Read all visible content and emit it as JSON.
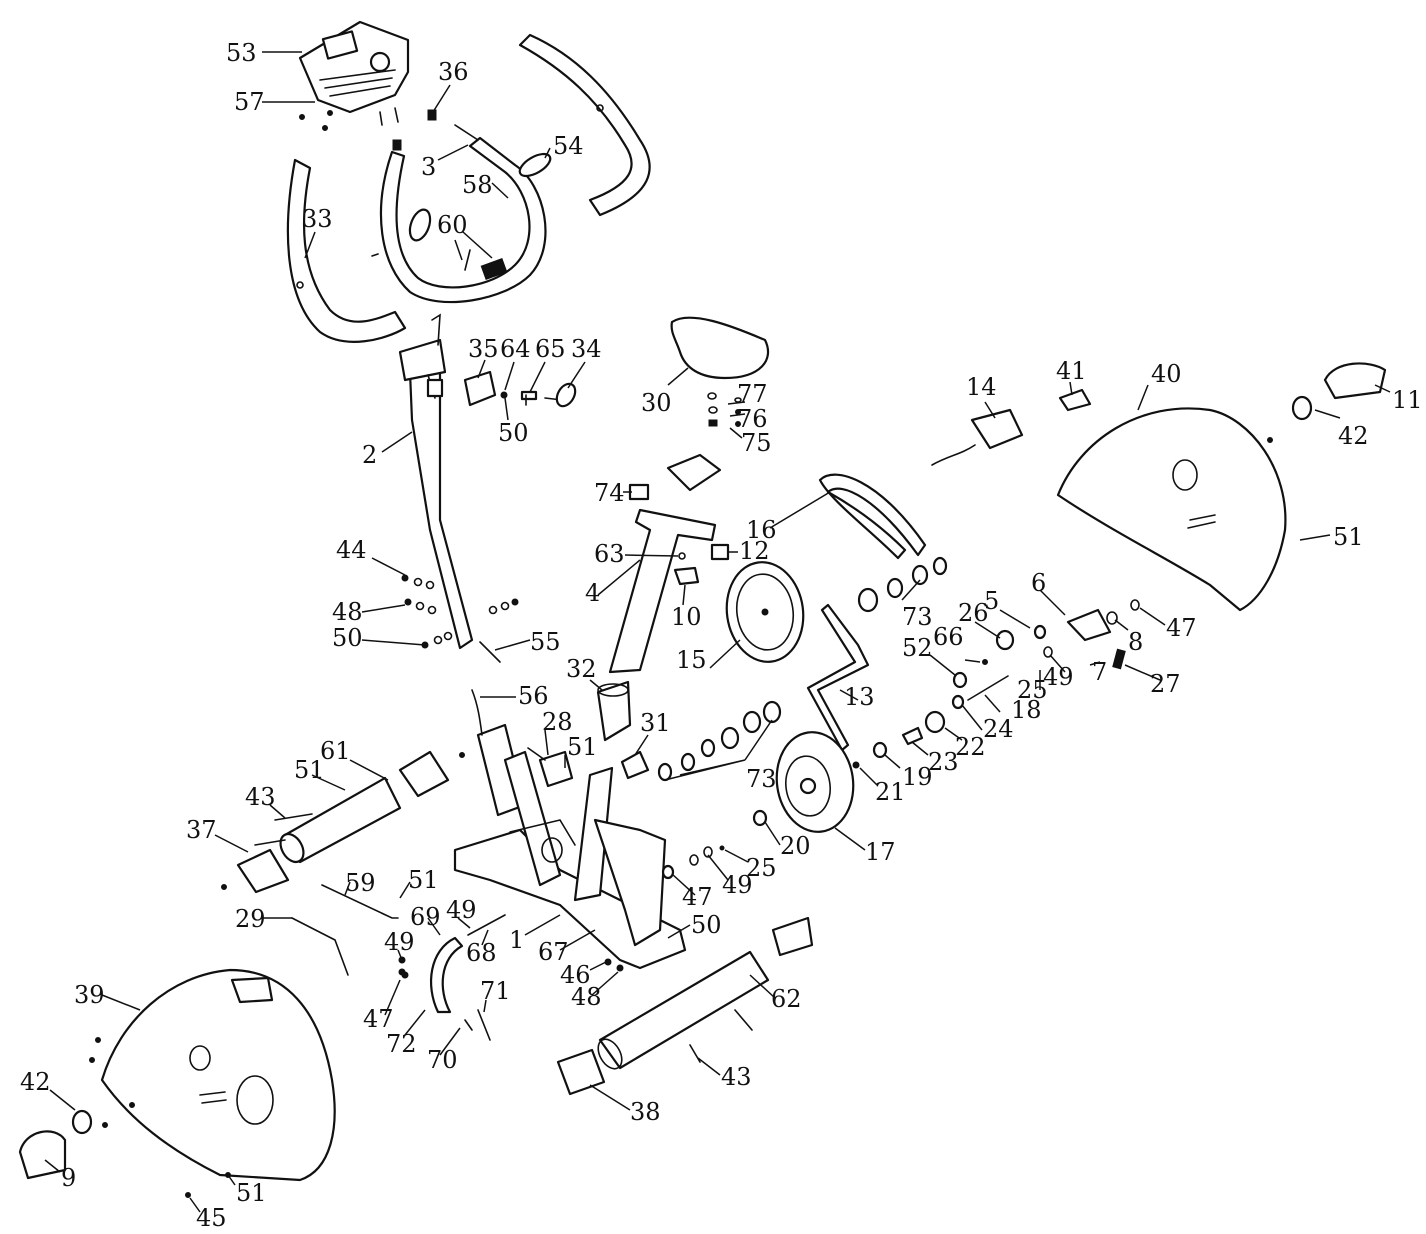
{
  "diagram": {
    "labels": [
      "53",
      "57",
      "36",
      "3",
      "54",
      "58",
      "33",
      "60",
      "35",
      "64",
      "65",
      "34",
      "50",
      "2",
      "30",
      "77",
      "76",
      "75",
      "14",
      "41",
      "40",
      "11",
      "42",
      "74",
      "16",
      "63",
      "12",
      "4",
      "10",
      "51",
      "44",
      "48",
      "50",
      "55",
      "15",
      "73",
      "6",
      "5",
      "26",
      "8",
      "47",
      "52",
      "66",
      "49",
      "7",
      "27",
      "13",
      "25",
      "18",
      "24",
      "22",
      "32",
      "56",
      "28",
      "51",
      "31",
      "73",
      "23",
      "19",
      "21",
      "61",
      "51",
      "43",
      "37",
      "20",
      "17",
      "25",
      "49",
      "47",
      "59",
      "51",
      "29",
      "69",
      "49",
      "68",
      "1",
      "67",
      "50",
      "46",
      "48",
      "49",
      "47",
      "72",
      "70",
      "71",
      "62",
      "43",
      "38",
      "39",
      "42",
      "9",
      "51",
      "45"
    ]
  }
}
